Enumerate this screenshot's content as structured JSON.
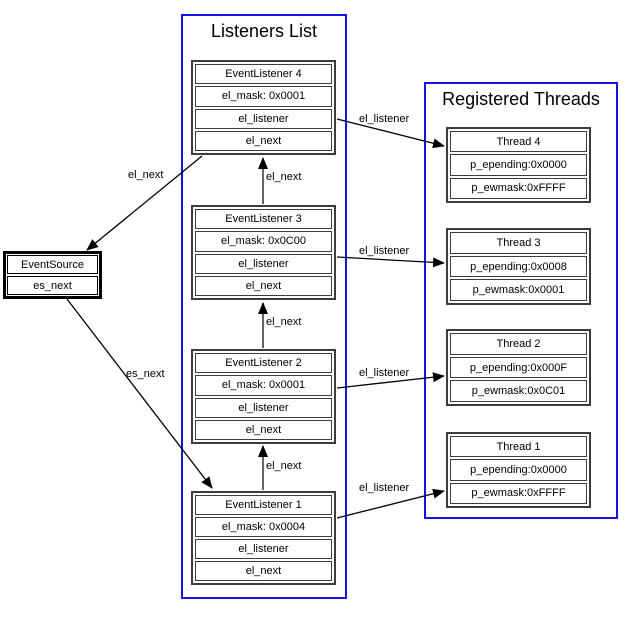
{
  "colors": {
    "panel_border": "#1414e0",
    "node_border": "#3c3c3c",
    "source_border": "#000000",
    "line": "#000000",
    "background": "#ffffff"
  },
  "listeners_panel": {
    "title": "Listeners List",
    "nodes": [
      {
        "name": "EventListener 4",
        "mask": "el_mask: 0x0001",
        "listener": "el_listener",
        "next": "el_next"
      },
      {
        "name": "EventListener 3",
        "mask": "el_mask: 0x0C00",
        "listener": "el_listener",
        "next": "el_next"
      },
      {
        "name": "EventListener 2",
        "mask": "el_mask: 0x0001",
        "listener": "el_listener",
        "next": "el_next"
      },
      {
        "name": "EventListener 1",
        "mask": "el_mask: 0x0004",
        "listener": "el_listener",
        "next": "el_next"
      }
    ]
  },
  "threads_panel": {
    "title": "Registered Threads",
    "nodes": [
      {
        "name": "Thread 4",
        "epending": "p_epending:0x0000",
        "ewmask": "p_ewmask:0xFFFF"
      },
      {
        "name": "Thread 3",
        "epending": "p_epending:0x0008",
        "ewmask": "p_ewmask:0x0001"
      },
      {
        "name": "Thread 2",
        "epending": "p_epending:0x000F",
        "ewmask": "p_ewmask:0x0C01"
      },
      {
        "name": "Thread 1",
        "epending": "p_epending:0x0000",
        "ewmask": "p_ewmask:0xFFFF"
      }
    ]
  },
  "event_source": {
    "name": "EventSource",
    "next": "es_next"
  },
  "edge_labels": {
    "el4_to_source": "el_next",
    "source_to_el1": "es_next",
    "el1_to_el2": "el_next",
    "el2_to_el3": "el_next",
    "el3_to_el4": "el_next",
    "el4_to_thread4": "el_listener",
    "el3_to_thread3": "el_listener",
    "el2_to_thread2": "el_listener",
    "el1_to_thread1": "el_listener"
  }
}
